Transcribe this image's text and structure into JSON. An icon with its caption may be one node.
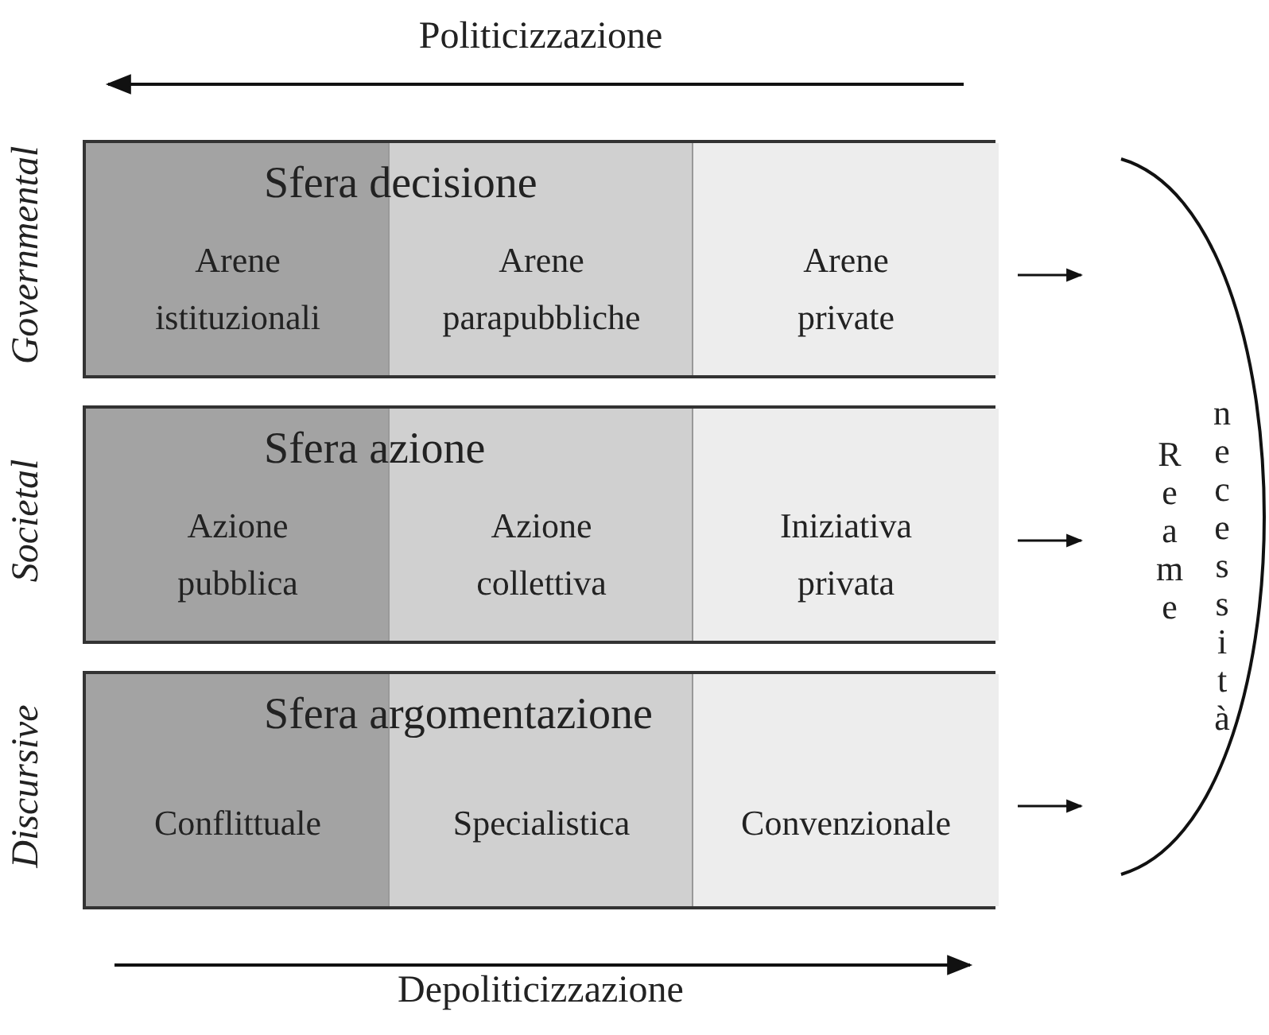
{
  "diagram": {
    "nodes": [
      {
        "text": [
          "Sfera decisione"
        ],
        "beside": [
          "Governmental"
        ]
      },
      {
        "text": [
          "Arene istituzionali"
        ],
        "in": 0
      },
      {
        "text": [
          "Arene parapubbliche"
        ],
        "in": 0
      },
      {
        "text": [
          "Arene private"
        ],
        "in": 0
      },
      {
        "text": [
          "Sfera azione"
        ],
        "beside": [
          "Societal"
        ]
      },
      {
        "text": [
          "Azione pubblica"
        ],
        "in": 4
      },
      {
        "text": [
          "Azione collettiva"
        ],
        "in": 4
      },
      {
        "text": [
          "Iniziativa privata"
        ],
        "in": 4
      },
      {
        "text": [
          "Sfera argomentazione"
        ],
        "beside": [
          "Discursive"
        ]
      },
      {
        "text": [
          "Conflittuale"
        ],
        "in": 8
      },
      {
        "text": [
          "Specialistica"
        ],
        "in": 8
      },
      {
        "text": [
          "Convenzionale"
        ],
        "in": 8
      },
      {
        "text": [
          "Reame",
          "necessità"
        ]
      }
    ],
    "edges": [
      {
        "from": 0,
        "to": 12,
        "arrow": "to"
      },
      {
        "from": 4,
        "to": 12,
        "arrow": "to"
      },
      {
        "from": 8,
        "to": 12,
        "arrow": "to"
      }
    ],
    "labels": [
      "Politicizzazione",
      "Depoliticizzazione"
    ]
  }
}
